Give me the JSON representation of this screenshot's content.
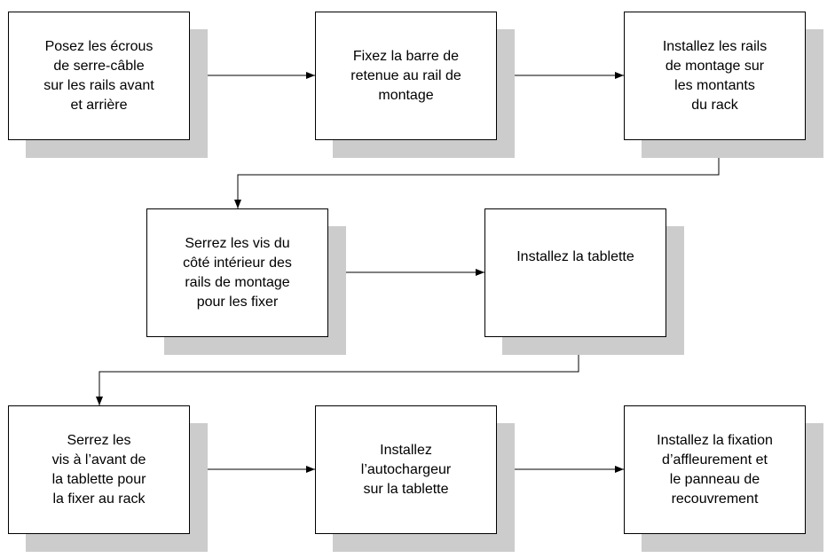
{
  "steps": [
    {
      "id": 1,
      "label": "Posez les écrous\nde serre-câble\nsur les rails avant\net arrière"
    },
    {
      "id": 2,
      "label": "Fixez la barre de\nretenue au rail de\nmontage"
    },
    {
      "id": 3,
      "label": "Installez les rails\nde montage sur\nles montants\ndu rack"
    },
    {
      "id": 4,
      "label": "Serrez les vis du\ncôté intérieur des\nrails de montage\npour les fixer"
    },
    {
      "id": 5,
      "label": "Installez la tablette"
    },
    {
      "id": 6,
      "label": "Serrez les\nvis à l’avant de\nla tablette pour\nla fixer au rack"
    },
    {
      "id": 7,
      "label": "Installez\nl’autochargeur\nsur la tablette"
    },
    {
      "id": 8,
      "label": "Installez la fixation\nd’affleurement et\nle panneau de\nrecouvrement"
    }
  ],
  "connections": [
    {
      "from": 1,
      "to": 2
    },
    {
      "from": 2,
      "to": 3
    },
    {
      "from": 3,
      "to": 4
    },
    {
      "from": 4,
      "to": 5
    },
    {
      "from": 5,
      "to": 6
    },
    {
      "from": 6,
      "to": 7
    },
    {
      "from": 7,
      "to": 8
    }
  ],
  "colors": {
    "box_border": "#000000",
    "box_fill": "#ffffff",
    "shadow": "#cccccc",
    "line": "#000000"
  }
}
